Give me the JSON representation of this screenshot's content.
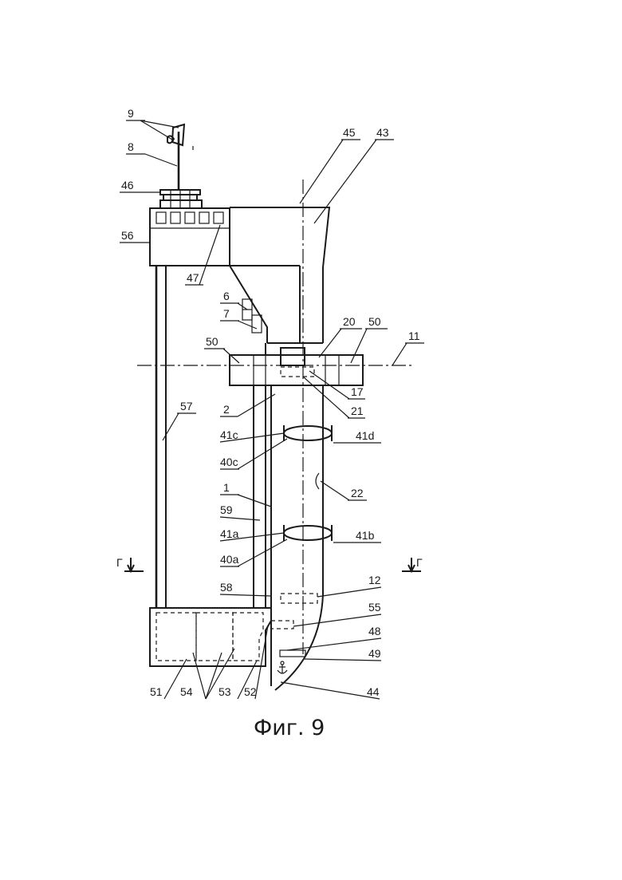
{
  "caption": "Фиг. 9",
  "labels": {
    "l9": "9",
    "l8": "8",
    "l46": "46",
    "l56": "56",
    "l47": "47",
    "l45": "45",
    "l43": "43",
    "l6": "6",
    "l7": "7",
    "l50a": "50",
    "l20": "20",
    "l50b": "50",
    "l11": "11",
    "l17": "17",
    "l21": "21",
    "l2": "2",
    "l57": "57",
    "l41c": "41c",
    "l41d": "41d",
    "l40c": "40c",
    "l22": "22",
    "l1": "1",
    "l59": "59",
    "l41a": "41a",
    "l41b": "41b",
    "l40a": "40a",
    "lGa": "Г",
    "lGb": "Г",
    "l58": "58",
    "l12": "12",
    "l55": "55",
    "l48": "48",
    "l49": "49",
    "l44": "44",
    "l51": "51",
    "l54": "54",
    "l53": "53",
    "l52": "52"
  },
  "colors": {
    "line": "#1a1a1a",
    "background": "#ffffff"
  },
  "icons": {
    "anchor": "anchor-icon",
    "antenna": "antenna-icon"
  }
}
